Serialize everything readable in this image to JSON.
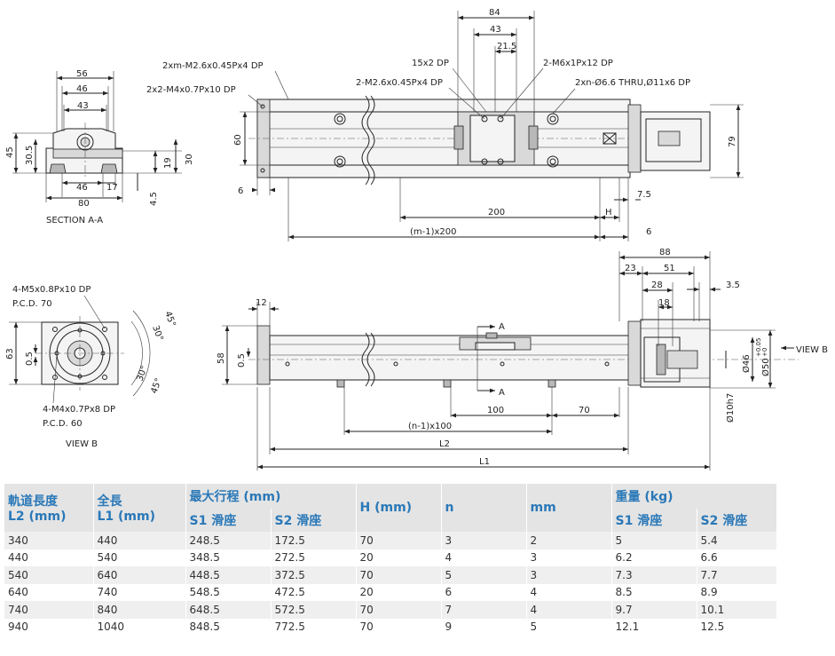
{
  "section_aa": {
    "title": "SECTION A-A",
    "dims": {
      "w56": "56",
      "w46": "46",
      "w43": "43",
      "h45": "45",
      "h30_5": "30.5",
      "h19": "19",
      "h30": "30",
      "b46": "46",
      "b17": "17",
      "b80": "80",
      "h4_5": "4.5"
    }
  },
  "top_view": {
    "notes": {
      "xm": "2xm-M2.6x0.45Px4 DP",
      "x2": "2x2-M4x0.7Px10 DP",
      "dp15": "15x2 DP",
      "m26": "2-M2.6x0.45Px4 DP",
      "m6": "2-M6x1Px12 DP",
      "thru": "2xn-Ø6.6 THRU,Ø11x6 DP"
    },
    "dims": {
      "d84": "84",
      "d43": "43",
      "d21_5": "21.5",
      "d60": "60",
      "d79": "79",
      "d6a": "6",
      "d200": "200",
      "dH": "H",
      "d7_5": "7.5",
      "dm1": "(m-1)x200",
      "d6b": "6"
    }
  },
  "view_b": {
    "title": "VIEW B",
    "notes": {
      "m5": "4-M5x0.8Px10 DP",
      "pcd70": "P.C.D. 70",
      "m4": "4-M4x0.7Px8 DP",
      "pcd60": "P.C.D. 60"
    },
    "dims": {
      "d63": "63",
      "d0_5": "0.5",
      "a45a": "45°",
      "a30a": "30°",
      "a30b": "30°",
      "a45b": "45°"
    }
  },
  "side_view": {
    "view_ref": "VIEW B",
    "section_mark": "A",
    "dims": {
      "d12": "12",
      "d58": "58",
      "d0_5": "0.5",
      "d88": "88",
      "d23": "23",
      "d51": "51",
      "d28": "28",
      "d3_5": "3.5",
      "d18": "18",
      "d46": "Ø46",
      "d50": "Ø50",
      "tol_hi": "+0.05",
      "tol_lo": "+0",
      "d10h7": "Ø10h7",
      "d100": "100",
      "d70": "70",
      "dn1": "(n-1)x100",
      "dL2": "L2",
      "dL1": "L1"
    }
  },
  "table": {
    "headers": {
      "l2_line1": "軌道長度",
      "l2_line2": "L2 (mm)",
      "l1_line1": "全長",
      "l1_line2": "L1 (mm)",
      "stroke": "最大行程 (mm)",
      "stroke_s1": "S1 滑座",
      "stroke_s2": "S2 滑座",
      "h": "H (mm)",
      "n": "n",
      "mm": "mm",
      "weight": "重量 (kg)",
      "weight_s1": "S1 滑座",
      "weight_s2": "S2 滑座"
    },
    "rows": [
      [
        "340",
        "440",
        "248.5",
        "172.5",
        "70",
        "3",
        "2",
        "5",
        "5.4"
      ],
      [
        "440",
        "540",
        "348.5",
        "272.5",
        "20",
        "4",
        "3",
        "6.2",
        "6.6"
      ],
      [
        "540",
        "640",
        "448.5",
        "372.5",
        "70",
        "5",
        "3",
        "7.3",
        "7.7"
      ],
      [
        "640",
        "740",
        "548.5",
        "472.5",
        "20",
        "6",
        "4",
        "8.5",
        "8.9"
      ],
      [
        "740",
        "840",
        "648.5",
        "572.5",
        "70",
        "7",
        "4",
        "9.7",
        "10.1"
      ],
      [
        "940",
        "1040",
        "848.5",
        "772.5",
        "70",
        "9",
        "5",
        "12.1",
        "12.5"
      ]
    ]
  }
}
